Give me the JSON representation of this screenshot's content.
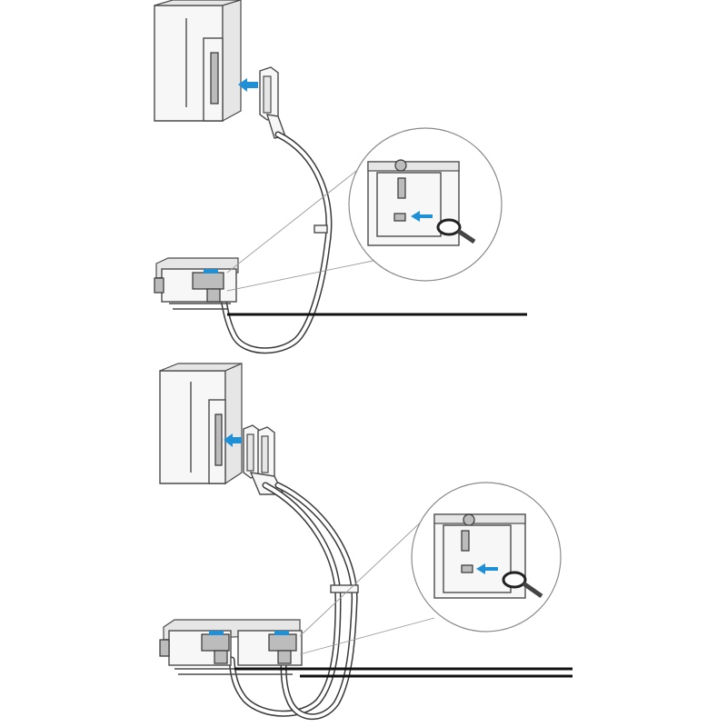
{
  "figure": {
    "panels": [
      {
        "id": "single-cable-connection",
        "cables": 1,
        "modules": 1
      },
      {
        "id": "dual-cable-connection",
        "cables": 2,
        "modules": 2
      }
    ],
    "colors": {
      "line": "#4a4a4a",
      "arrow": "#1f8fd6",
      "ground_bar": "#111111",
      "background": "#ffffff"
    },
    "icons": [
      "server-chassis-icon",
      "connector-plug-icon",
      "blue-arrow-icon",
      "terminal-block-icon",
      "ring-terminal-icon",
      "magnifier-callout-icon"
    ]
  }
}
